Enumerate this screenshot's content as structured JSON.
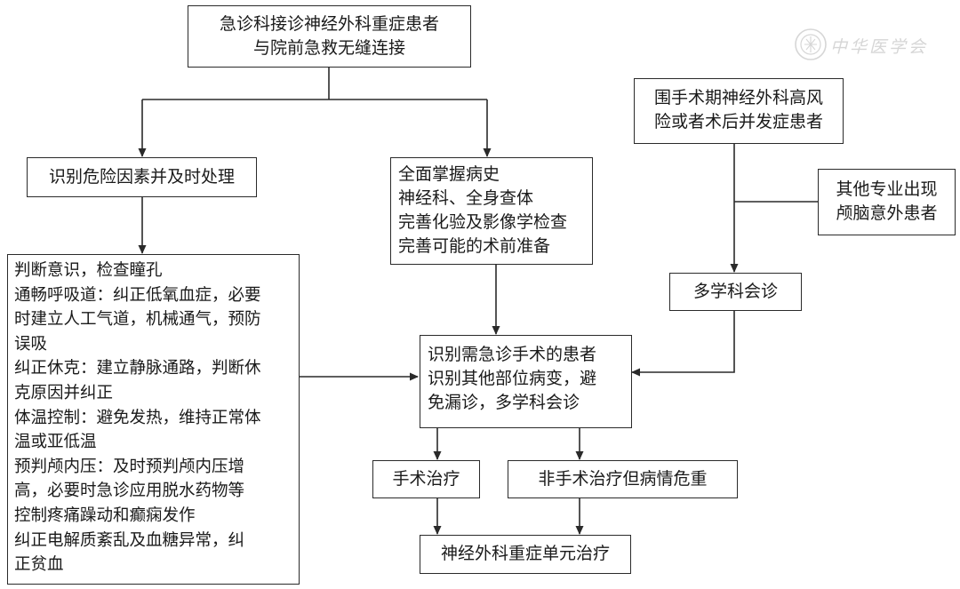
{
  "boxes": {
    "ed_admission": [
      "急诊科接诊神经外科重症患者",
      "与院前急救无缝连接"
    ],
    "identify_risk": [
      "识别危险因素并及时处理"
    ],
    "history_exam": [
      "全面掌握病史",
      "神经科、全身查体",
      "完善化验及影像学检查",
      "完善可能的术前准备"
    ],
    "perioperative": [
      "围手术期神经外科高风",
      "险或者术后并发症患者"
    ],
    "other_specialty": [
      "其他专业出现",
      "颅脑意外患者"
    ],
    "mdt": [
      "多学科会诊"
    ],
    "measures": [
      "判断意识，检查瞳孔",
      "通畅呼吸道：纠正低氧血症，必要",
      "时建立人工气道，机械通气，预防",
      "误吸",
      "纠正休克：建立静脉通路，判断休",
      "克原因并纠正",
      "体温控制：避免发热，维持正常体",
      "温或亚低温",
      "预判颅内压：及时预判颅内压增",
      "高，必要时急诊应用脱水药物等",
      "控制疼痛躁动和癫痫发作",
      "纠正电解质紊乱及血糖异常，纠",
      "正贫血"
    ],
    "identify_surgery": [
      "识别需急诊手术的患者",
      "识别其他部位病变，避",
      "免漏诊，多学科会诊"
    ],
    "surgery": [
      "手术治疗"
    ],
    "non_surgery": [
      "非手术治疗但病情危重"
    ],
    "icu": [
      "神经外科重症单元治疗"
    ]
  },
  "watermark": {
    "text": "中华医学会"
  },
  "colors": {
    "line": "#2a2a2a",
    "watermark": "#b5b5b5"
  }
}
